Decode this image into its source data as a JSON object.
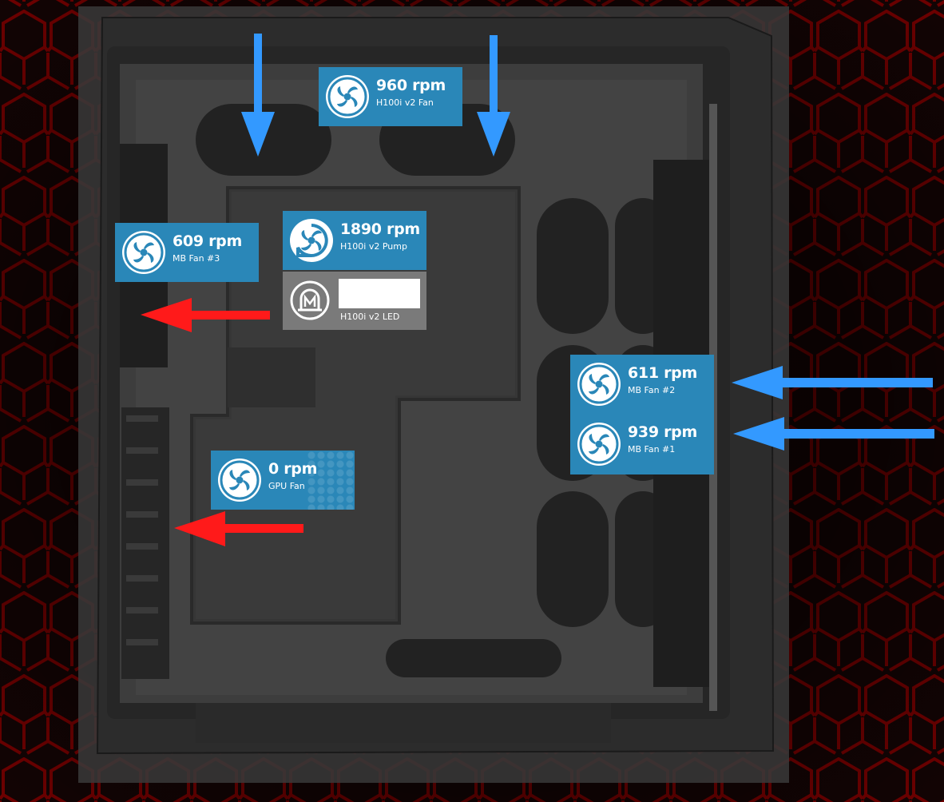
{
  "colors": {
    "tile": "#2a87b8",
    "led_tile": "#7a7a7a",
    "led_color": "#ffffff",
    "intake_arrow": "#3399ff",
    "exhaust_arrow": "#ff1a1a"
  },
  "sensors": {
    "top_fan": {
      "value": "960 rpm",
      "label": "H100i v2  Fan",
      "icon": "fan-icon"
    },
    "mb_fan_3": {
      "value": "609 rpm",
      "label": "MB  Fan #3",
      "icon": "fan-icon"
    },
    "pump": {
      "value": "1890 rpm",
      "label": "H100i v2  Pump",
      "icon": "pump-icon"
    },
    "led": {
      "label": "H100i v2  LED",
      "icon": "led-icon"
    },
    "mb_fan_2": {
      "value": "611 rpm",
      "label": "MB  Fan #2",
      "icon": "fan-icon"
    },
    "mb_fan_1": {
      "value": "939 rpm",
      "label": "MB  Fan #1",
      "icon": "fan-icon"
    },
    "gpu_fan": {
      "value": "0 rpm",
      "label": "GPU  Fan",
      "icon": "fan-icon"
    }
  },
  "airflow_arrows": [
    {
      "name": "top-left-intake-arrow",
      "direction": "down",
      "kind": "intake"
    },
    {
      "name": "top-right-intake-arrow",
      "direction": "down",
      "kind": "intake"
    },
    {
      "name": "front-upper-intake-arrow",
      "direction": "left",
      "kind": "intake"
    },
    {
      "name": "front-lower-intake-arrow",
      "direction": "left",
      "kind": "intake"
    },
    {
      "name": "rear-upper-exhaust-arrow",
      "direction": "left",
      "kind": "exhaust"
    },
    {
      "name": "rear-lower-exhaust-arrow",
      "direction": "left",
      "kind": "exhaust"
    }
  ]
}
